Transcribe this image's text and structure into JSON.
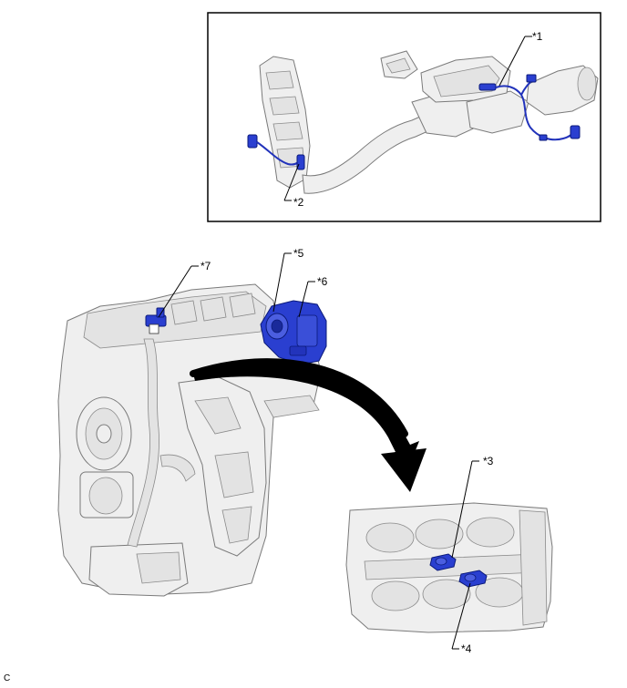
{
  "callouts": {
    "c1": "*1",
    "c2": "*2",
    "c3": "*3",
    "c4": "*4",
    "c5": "*5",
    "c6": "*6",
    "c7": "*7"
  },
  "corner_code": "C",
  "colors": {
    "component_highlight": "#2a3fd0",
    "frame": "#000000",
    "arrow": "#000000"
  }
}
